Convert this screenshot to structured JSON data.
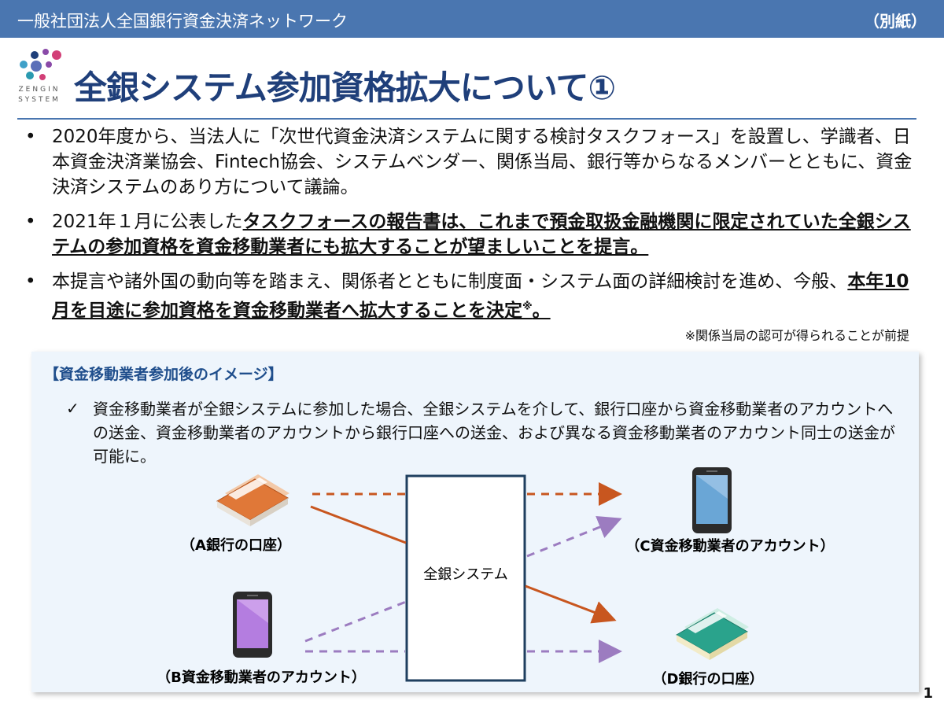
{
  "header": {
    "org_name": "一般社団法人全国銀行資金決済ネットワーク",
    "tag": "（別紙）"
  },
  "logo": {
    "line1": "ZENGIN",
    "line2": "SYSTEM"
  },
  "title": "全銀システム参加資格拡大について①",
  "bullets": [
    {
      "text": "2020年度から、当法人に「次世代資金決済システムに関する検討タスクフォース」を設置し、学識者、日本資金決済業協会、Fintech協会、システムベンダー、関係当局、銀行等からなるメンバーとともに、資金決済システムのあり方について議論。"
    },
    {
      "pre": "2021年１月に公表した",
      "emph": "タスクフォースの報告書は、これまで預金取扱金融機関に限定されていた全銀システムの参加資格を資金移動業者にも拡大することが望ましいことを提言。"
    },
    {
      "pre": "本提言や諸外国の動向等を踏まえ、関係者とともに制度面・システム面の詳細検討を進め、今般、",
      "emph": "本年10月を目途に参加資格を資金移動業者へ拡大することを決定",
      "sup": "※",
      "post": "。"
    }
  ],
  "footnote": "※関係当局の認可が得られることが前提",
  "panel": {
    "title": "【資金移動業者参加後のイメージ】",
    "check": "✓",
    "text": "資金移動業者が全銀システムに参加した場合、全銀システムを介して、銀行口座から資金移動業者のアカウントへの送金、資金移動業者のアカウントから銀行口座への送金、および異なる資金移動業者のアカウント同士の送金が可能に。"
  },
  "diagram": {
    "center_label": "全銀システム",
    "nodes": {
      "a": {
        "label": "（A銀行の口座）",
        "icon": "bank-card-icon",
        "color": "#d9622b"
      },
      "b": {
        "label": "（B資金移動業者のアカウント）",
        "icon": "smartphone-icon",
        "color": "#b77be0"
      },
      "c": {
        "label": "（C資金移動業者のアカウント）",
        "icon": "smartphone-icon",
        "color": "#6aa6d6"
      },
      "d": {
        "label": "（D銀行の口座）",
        "icon": "bank-card-icon",
        "color": "#2aa38c"
      }
    },
    "colors": {
      "orange_arrow": "#c8561f",
      "purple_arrow": "#9c7cc0"
    }
  },
  "page_number": "1"
}
